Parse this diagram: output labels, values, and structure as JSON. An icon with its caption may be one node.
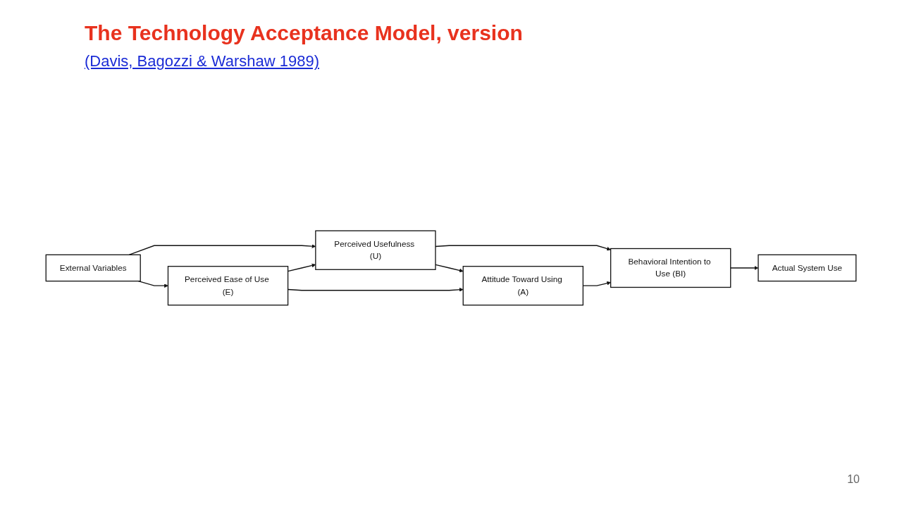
{
  "diagram": {
    "title": "The Technology Acceptance Model, version",
    "caption": "(Davis, Bagozzi & Warshaw 1989)",
    "nodes": [
      {
        "text": [
          "External Variables"
        ]
      },
      {
        "text": [
          "Perceived Usefulness (U)"
        ]
      },
      {
        "text": [
          "Perceived Ease of Use (E)"
        ]
      },
      {
        "text": [
          "Attitude Toward Using (A)"
        ]
      },
      {
        "text": [
          "Behavioral Intention to Use (BI)"
        ]
      },
      {
        "text": [
          "Actual System Use"
        ]
      }
    ],
    "edges": [
      {
        "from": 0,
        "to": 1,
        "arrow": "to"
      },
      {
        "from": 0,
        "to": 2,
        "arrow": "to"
      },
      {
        "from": 2,
        "to": 1,
        "arrow": "to"
      },
      {
        "from": 1,
        "to": 3,
        "arrow": "to"
      },
      {
        "from": 2,
        "to": 3,
        "arrow": "to"
      },
      {
        "from": 1,
        "to": 4,
        "arrow": "to"
      },
      {
        "from": 3,
        "to": 4,
        "arrow": "to"
      },
      {
        "from": 4,
        "to": 5,
        "arrow": "to"
      }
    ],
    "labels": [
      "10"
    ]
  }
}
